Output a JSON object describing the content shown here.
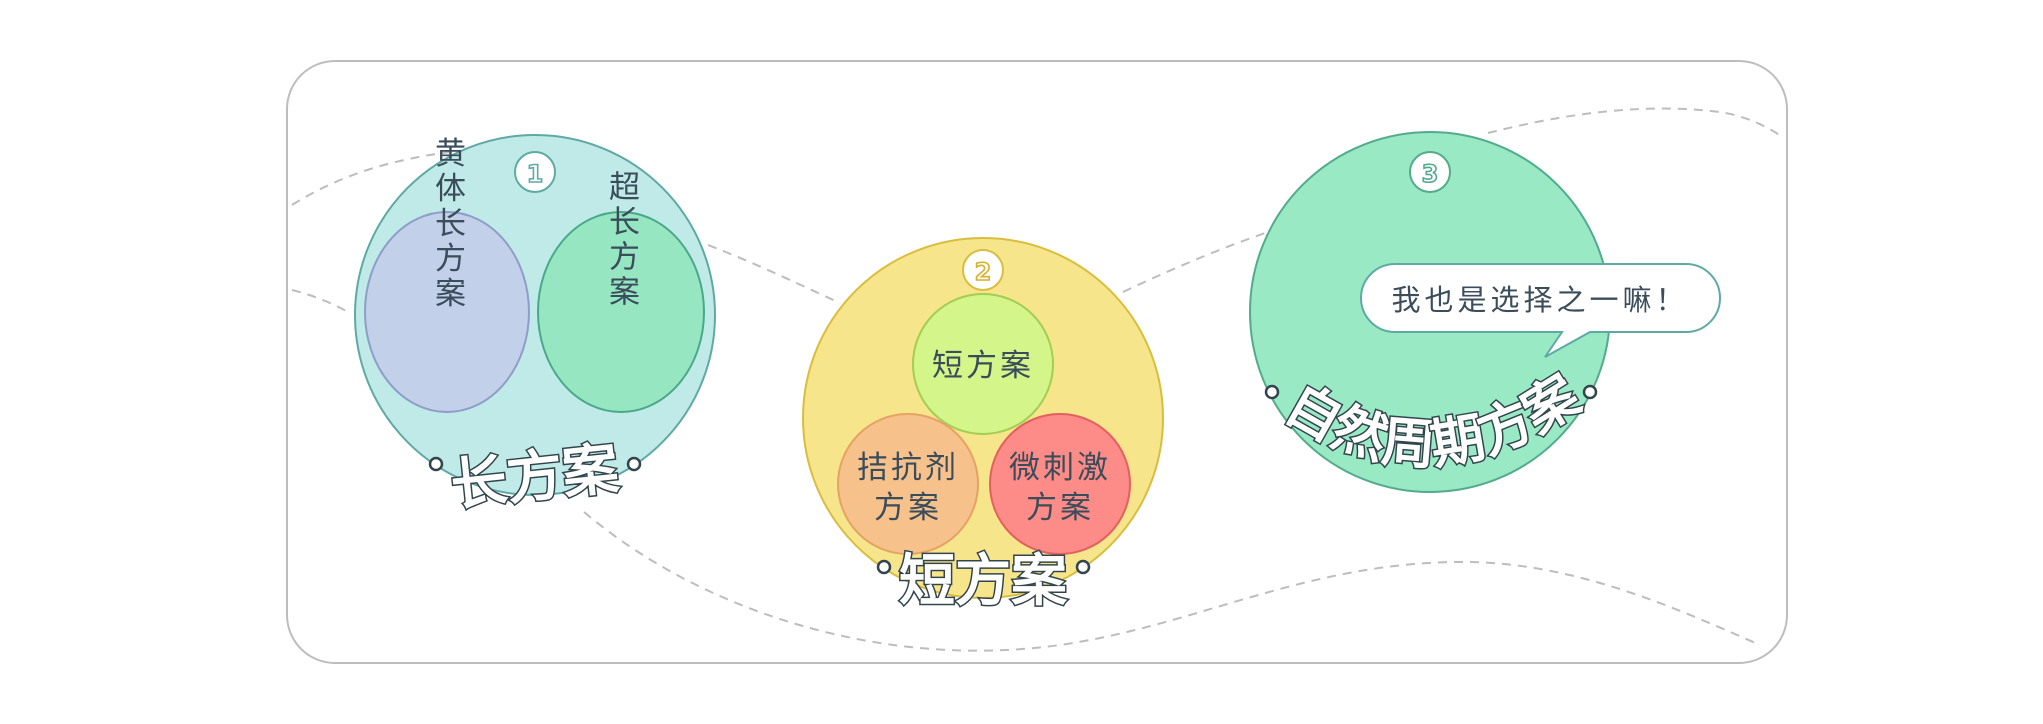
{
  "colors": {
    "panel_stroke": "#bdbdbd",
    "dash": "#bdbdbd",
    "long_fill": "#c0eae7",
    "long_stroke": "#5fa9a5",
    "luteal_fill": "#c3d0ea",
    "luteal_stroke": "#8e9dc8",
    "ultra_fill": "#96e6c2",
    "ultra_stroke": "#4aa88a",
    "short_fill": "#f7e58b",
    "short_stroke": "#d9bd3e",
    "short_inner_fill": "#d4f58a",
    "short_inner_stroke": "#a3cd54",
    "antag_fill": "#f7c18c",
    "antag_stroke": "#e5a363",
    "micro_fill": "#fd8b87",
    "micro_stroke": "#e2605f",
    "natural_fill": "#98e9c4",
    "natural_stroke": "#53ab8c",
    "text": "#3b4d5b",
    "title_fill": "#ffffff",
    "title_stroke": "#32454d",
    "badge_long": "#5fa9a5",
    "badge_short": "#d4b128",
    "badge_natural": "#53ab8c"
  },
  "groups": [
    {
      "badge": "1",
      "title": "长方案",
      "items": [
        {
          "label": "黄体长方案"
        },
        {
          "label": "超长方案"
        }
      ]
    },
    {
      "badge": "2",
      "title": "短方案",
      "items": [
        {
          "label": "短方案"
        },
        {
          "label": "拮抗剂方案"
        },
        {
          "label": "微刺激方案"
        }
      ]
    },
    {
      "badge": "3",
      "title": "自然周期方案",
      "bubble": "我也是选择之一嘛！"
    }
  ]
}
